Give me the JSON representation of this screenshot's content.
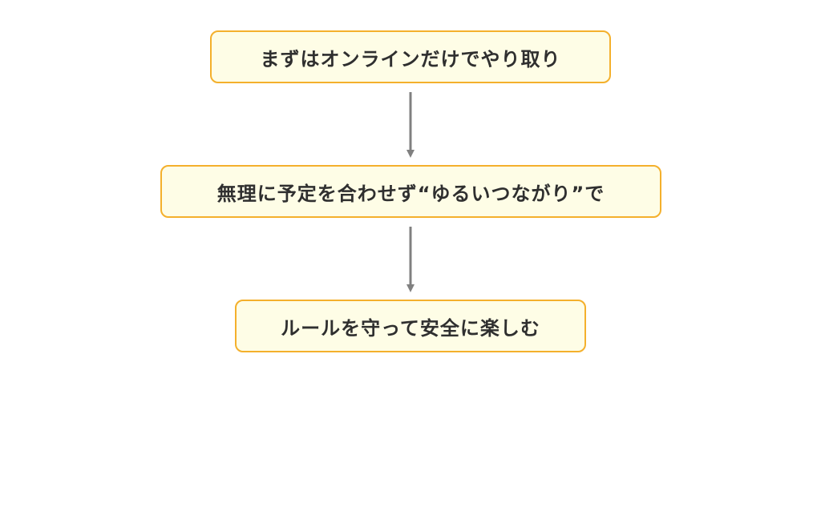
{
  "flow": {
    "steps": [
      {
        "label": "まずはオンラインだけでやり取り"
      },
      {
        "label": "無理に予定を合わせず“ゆるいつながり”で"
      },
      {
        "label": "ルールを守って安全に楽しむ"
      }
    ],
    "colors": {
      "box_fill": "#fefde6",
      "box_border": "#f4b02c",
      "arrow": "#808080",
      "text": "#2f2f2f"
    }
  }
}
